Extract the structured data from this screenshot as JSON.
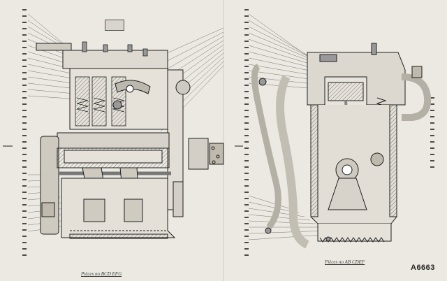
{
  "drawing": {
    "caption_left": "Pièces no BCD EFG",
    "caption_right": "Pièces no AB CDEF",
    "plate_number": "A6663",
    "ink_color": "#1e1e1e",
    "paper_color": "#ece9e2"
  }
}
